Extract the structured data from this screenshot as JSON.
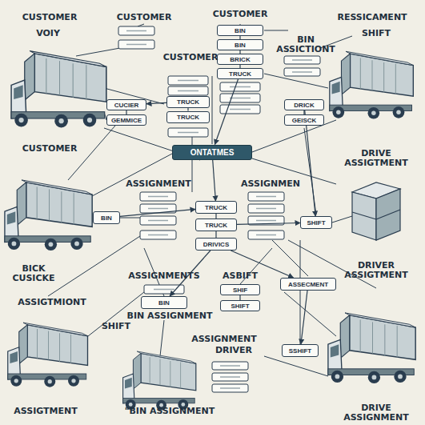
{
  "diagram": {
    "nodes": [
      {
        "text": [
          "BIN"
        ]
      },
      {
        "text": [
          "BIN"
        ]
      },
      {
        "text": [
          "BRICK"
        ]
      },
      {
        "text": [
          "TRUCK"
        ]
      },
      {
        "text": [
          "CUCIER"
        ]
      },
      {
        "text": [
          "GEMMICE"
        ]
      },
      {
        "text": [
          "TRUCK"
        ]
      },
      {
        "text": [
          "TRUCK"
        ]
      },
      {
        "text": [
          "DRICK"
        ]
      },
      {
        "text": [
          "GEISCK"
        ]
      },
      {
        "text": [
          "ONTATMES"
        ]
      },
      {
        "text": [
          "BIN"
        ]
      },
      {
        "text": [
          "TRUCK"
        ]
      },
      {
        "text": [
          "TRUCK"
        ]
      },
      {
        "text": [
          "DRIVICS"
        ]
      },
      {
        "text": [
          "SHIFT"
        ]
      },
      {
        "text": [
          "BIN"
        ]
      },
      {
        "text": [
          "SHIF"
        ]
      },
      {
        "text": [
          "SHIFT"
        ]
      },
      {
        "text": [
          "ASSECMENT"
        ]
      },
      {
        "text": [
          "SSHIFT"
        ]
      }
    ],
    "edges": [
      {
        "from": 0,
        "to": 1,
        "arrow": "none"
      },
      {
        "from": 1,
        "to": 2,
        "arrow": "none"
      },
      {
        "from": 2,
        "to": 3,
        "arrow": "none"
      },
      {
        "from": 6,
        "to": 7,
        "arrow": "none"
      },
      {
        "from": 4,
        "to": 5,
        "arrow": "none"
      },
      {
        "from": 8,
        "to": 9,
        "arrow": "none"
      },
      {
        "from": 3,
        "to": 10,
        "arrow": "to"
      },
      {
        "from": 10,
        "to": 12,
        "arrow": "to"
      },
      {
        "from": 12,
        "to": 13,
        "arrow": "none"
      },
      {
        "from": 13,
        "to": 14,
        "arrow": "none"
      },
      {
        "from": 11,
        "to": 12,
        "arrow": "to"
      },
      {
        "from": 13,
        "to": 15,
        "arrow": "to"
      },
      {
        "from": 14,
        "to": 16,
        "arrow": "to"
      },
      {
        "from": 14,
        "to": 19,
        "arrow": "to"
      },
      {
        "from": 17,
        "to": 18,
        "arrow": "none"
      },
      {
        "from": 19,
        "to": 20,
        "arrow": "to"
      },
      {
        "from": 8,
        "to": 15,
        "arrow": "to"
      },
      {
        "from": 6,
        "to": 4,
        "arrow": "to"
      }
    ],
    "labels": [
      "CUSTOMER",
      "CUSTOMER",
      "CUSTOMER",
      "RESSICAMENT",
      "SHIFT",
      "VOIY",
      "CUSTOMER",
      "BIN ASSICTIONT",
      "CUSTOMER",
      "DRIVE ASSIGTMENT",
      "ASSIGNMENT",
      "ASSIGNMEN",
      "DRIVER ASSIGTMENT",
      "BICK CUSICKE",
      "ASSIGTMIONT",
      "SHIFT",
      "ASSIGNMENTS",
      "BIN ASSIGNMENT",
      "ASBIFT",
      "ASSIGNMENT",
      "DRIVER",
      "ASSIGTMENT",
      "\"BIN ASSIGNMENT",
      "DRIVE ASSIGNMENT"
    ]
  }
}
